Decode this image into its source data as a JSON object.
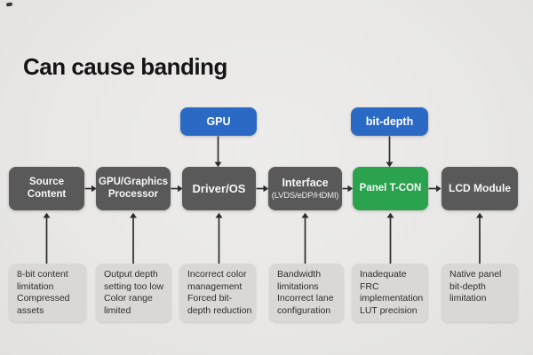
{
  "title": "Can cause banding",
  "colors": {
    "background": "#e9e8e6",
    "accent_blue": "#2b6ac4",
    "accent_green": "#2aa24e",
    "node_gray": "#595959",
    "cause_gray": "#d9d8d6",
    "arrow": "#2c2c2c"
  },
  "top_nodes": [
    {
      "label": "GPU"
    },
    {
      "label": "bit-depth"
    }
  ],
  "pipeline": [
    {
      "label": "Source Content"
    },
    {
      "label": "GPU/Graphics Processor"
    },
    {
      "label": "Driver/OS"
    },
    {
      "label": "Interface",
      "sublabel": "(LVDS/eDP/HDMI)"
    },
    {
      "label": "Panel T-CON"
    },
    {
      "label": "LCD Module"
    }
  ],
  "causes": [
    {
      "lines": [
        "8-bit content limitation",
        "Compressed assets"
      ]
    },
    {
      "lines": [
        "Output depth setting too low",
        "Color range limited"
      ]
    },
    {
      "lines": [
        "Incorrect color management",
        "Forced bit-depth reduction"
      ]
    },
    {
      "lines": [
        "Bandwidth limitations",
        "Incorrect lane configuration"
      ]
    },
    {
      "lines": [
        "Inadequate FRC implementation",
        "LUT precision"
      ]
    },
    {
      "lines": [
        "Native panel bit-depth limitation"
      ]
    }
  ]
}
